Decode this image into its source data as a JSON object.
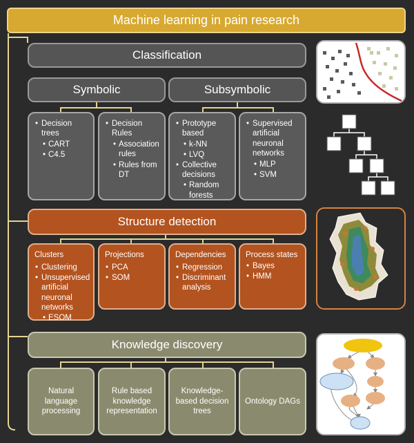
{
  "title": "Machine learning in pain research",
  "classification": {
    "header": "Classification",
    "symbolic": {
      "header": "Symbolic",
      "cards": [
        {
          "title": "Decision trees",
          "items": [
            "CART",
            "C4.5"
          ]
        },
        {
          "title": "Decision Rules",
          "items": [
            "Association rules",
            "Rules from DT"
          ]
        }
      ]
    },
    "subsymbolic": {
      "header": "Subsymbolic",
      "cards": [
        {
          "groups": [
            {
              "title": "Prototype based",
              "items": [
                "k-NN",
                "LVQ"
              ]
            },
            {
              "title": "Collective decisions",
              "items": [
                "Random forests"
              ]
            }
          ]
        },
        {
          "title": "Supervised artificial neuronal networks",
          "items": [
            "MLP",
            "SVM"
          ]
        }
      ]
    }
  },
  "structure": {
    "header": "Structure detection",
    "cards": [
      {
        "title": "Clusters",
        "items": [
          "Clustering",
          "Unsupervised artificial neuronal networks"
        ],
        "sub": [
          "ESOM"
        ]
      },
      {
        "title": "Projections",
        "items": [
          "PCA",
          "SOM"
        ]
      },
      {
        "title": "Dependencies",
        "items": [
          "Regression",
          "Discriminant analysis"
        ]
      },
      {
        "title": "Process states",
        "items": [
          "Bayes",
          "HMM"
        ]
      }
    ]
  },
  "knowledge": {
    "header": "Knowledge discovery",
    "cards": [
      "Natural language processing",
      "Rule based knowledge representation",
      "Knowledge-based decision trees",
      "Ontology DAGs"
    ]
  },
  "colors": {
    "background": "#2b2b2b",
    "title": "#d8a930",
    "connector": "#e6d690",
    "classification": "#555555",
    "structure": "#b3531f",
    "knowledge": "#8a8b6e"
  },
  "icons": [
    "scatter-classification-icon",
    "tree-structure-icon",
    "esom-landscape-icon",
    "dag-graph-icon"
  ]
}
